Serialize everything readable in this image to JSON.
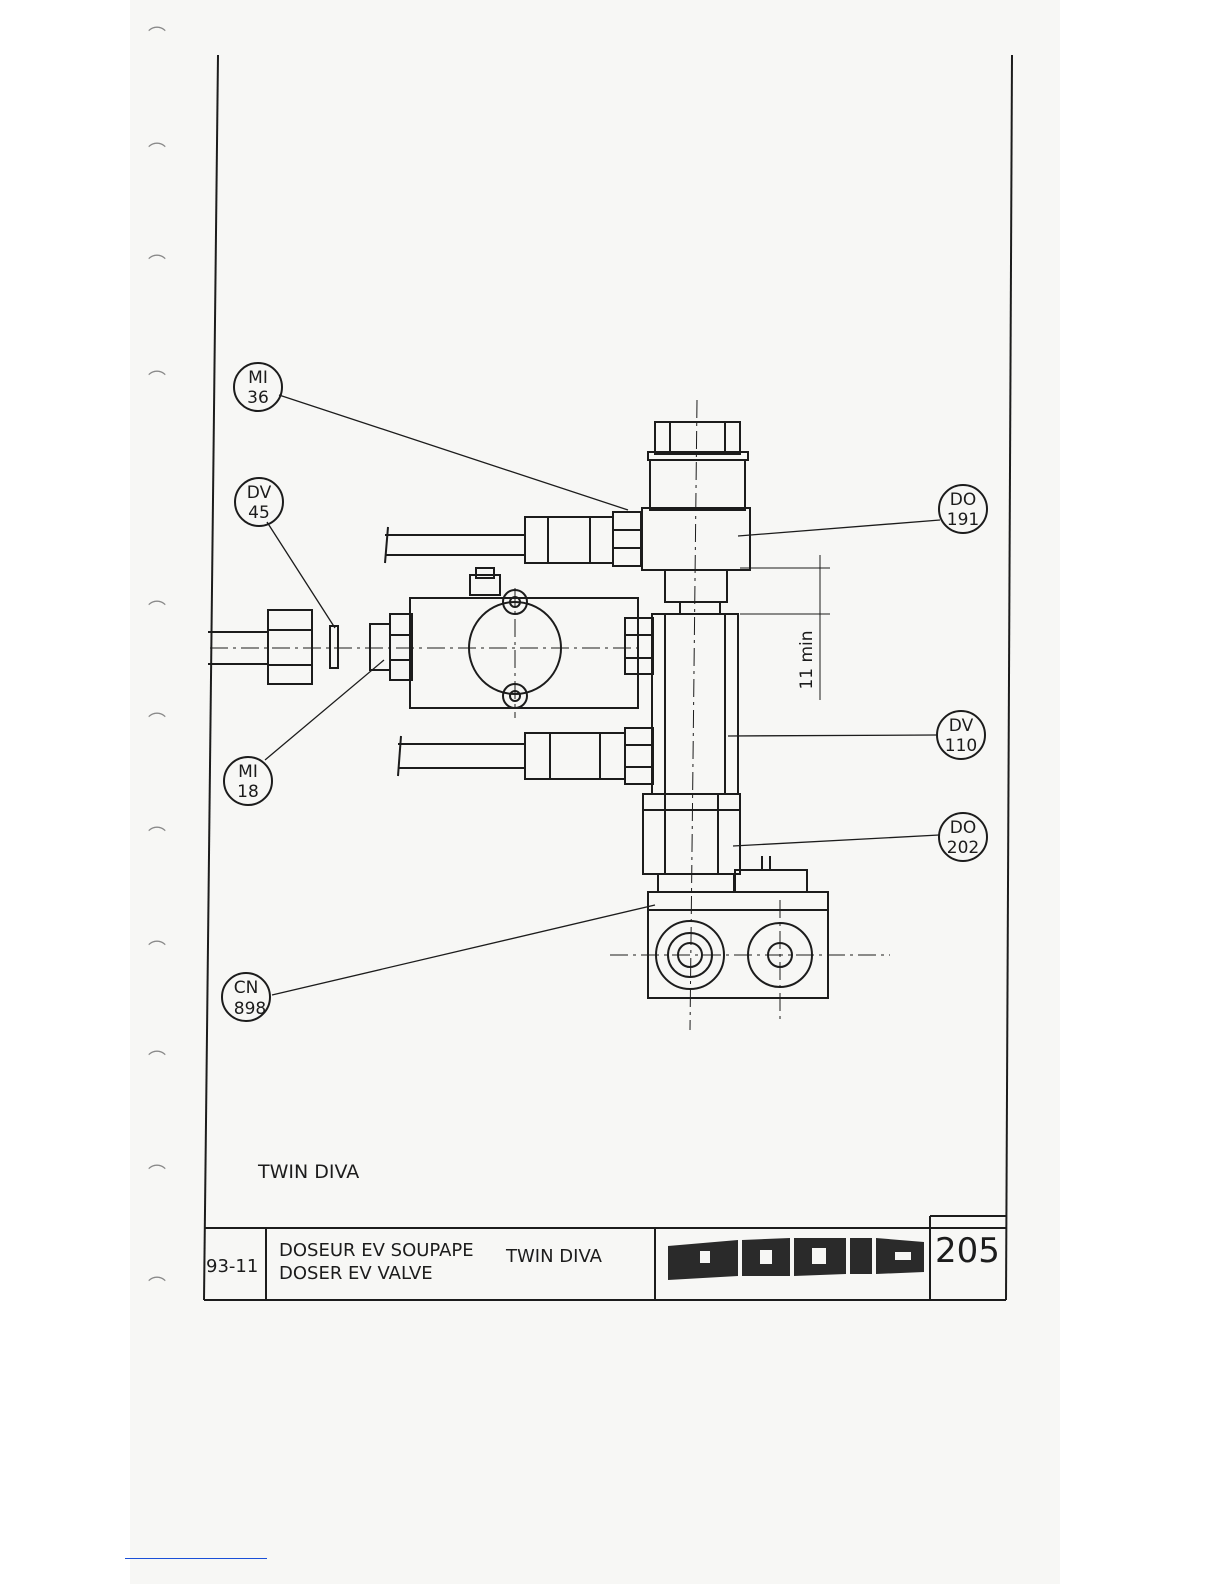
{
  "drawing": {
    "caption": "TWIN DIVA",
    "dimension": "11 min"
  },
  "callouts": [
    {
      "code": "MI",
      "number": "36"
    },
    {
      "code": "DV",
      "number": "45"
    },
    {
      "code": "MI",
      "number": "18"
    },
    {
      "code": "CN",
      "number": "898"
    },
    {
      "code": "DO",
      "number": "191"
    },
    {
      "code": "DV",
      "number": "110"
    },
    {
      "code": "DO",
      "number": "202"
    }
  ],
  "title_block": {
    "date": "93-11",
    "title_fr": "DOSEUR EV SOUPAPE",
    "title_en": "DOSER EV VALVE",
    "model": "TWIN DIVA",
    "page_number": "205"
  },
  "colors": {
    "line": "#1c1c1c",
    "paper": "#f7f7f5",
    "logo": "#2a2a2a",
    "footnote_rule": "#1a4fd8"
  },
  "icons": [
    "hole-punch-icon",
    "company-logo-icon"
  ]
}
